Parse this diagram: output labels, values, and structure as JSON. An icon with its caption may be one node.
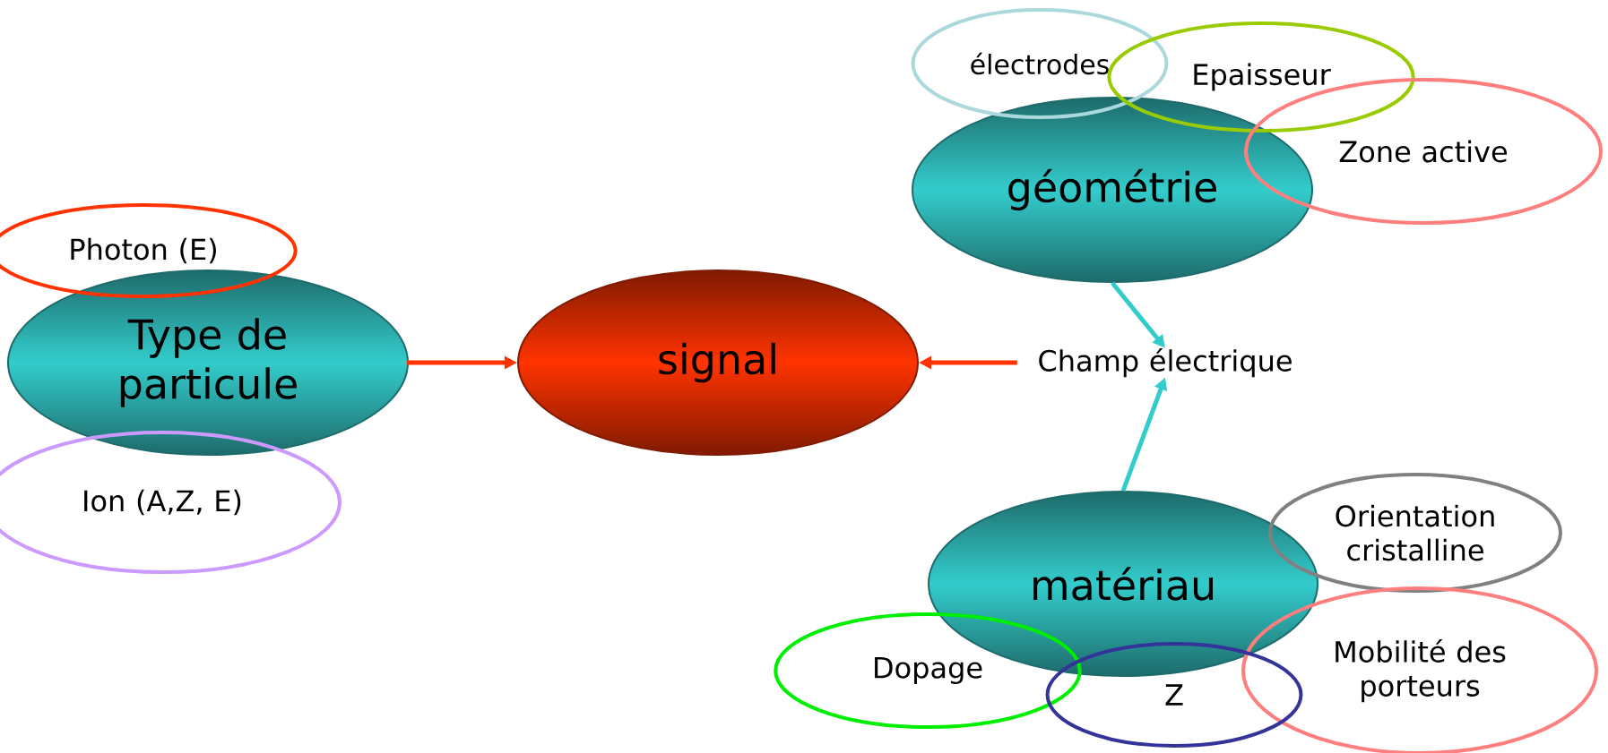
{
  "diagram": {
    "nodes": [
      {
        "text": [
          "Photon (E)"
        ]
      },
      {
        "text": [
          "Type de particule"
        ]
      },
      {
        "text": [
          "Ion (A,Z, E)"
        ]
      },
      {
        "text": [
          "signal"
        ]
      },
      {
        "text": [
          "électrodes"
        ]
      },
      {
        "text": [
          "Epaisseur"
        ]
      },
      {
        "text": [
          "Zone active"
        ]
      },
      {
        "text": [
          "géométrie"
        ]
      },
      {
        "text": [
          "Champ électrique"
        ]
      },
      {
        "text": [
          "Orientation cristalline"
        ]
      },
      {
        "text": [
          "matériau"
        ]
      },
      {
        "text": [
          "Mobilité des porteurs"
        ]
      },
      {
        "text": [
          "Dopage"
        ]
      },
      {
        "text": [
          "Z"
        ]
      }
    ],
    "edges": [
      {
        "from": 1,
        "to": 3,
        "arrow": "to"
      },
      {
        "from": 8,
        "to": 3,
        "arrow": "to"
      },
      {
        "from": 7,
        "to": 8,
        "arrow": "to",
        "color": "#33cccc"
      },
      {
        "from": 10,
        "to": 8,
        "arrow": "to",
        "color": "#33cccc"
      }
    ]
  }
}
